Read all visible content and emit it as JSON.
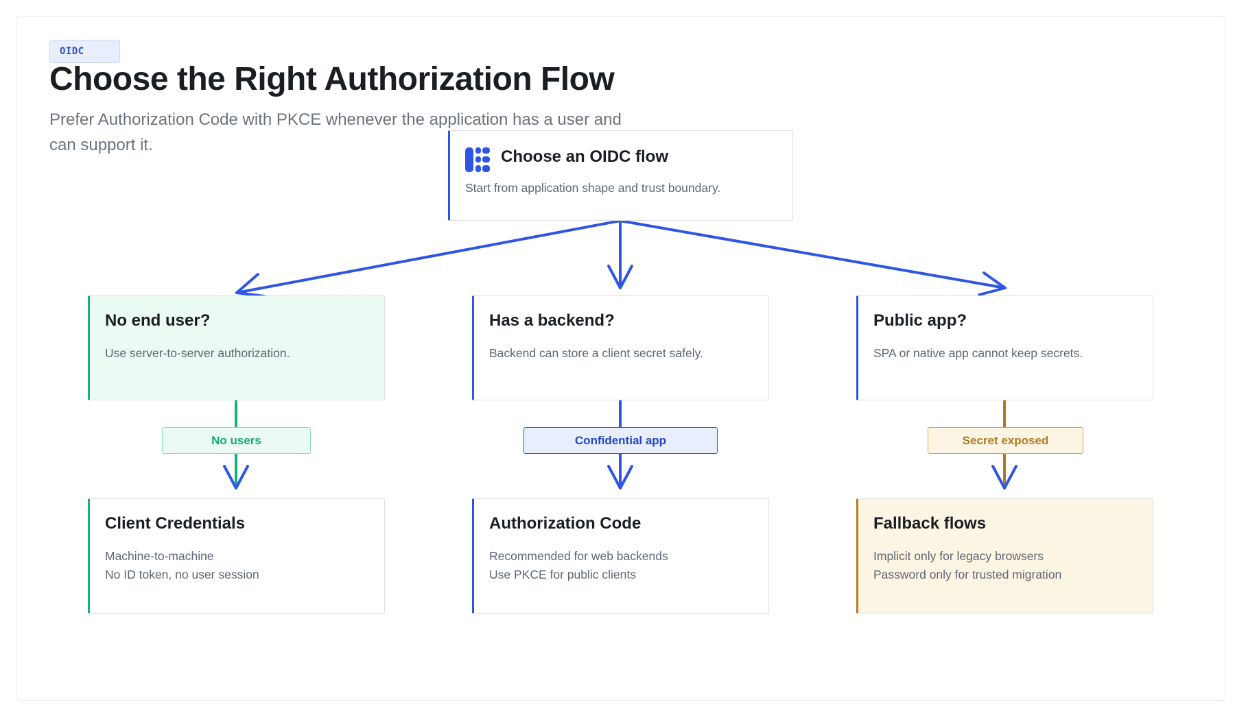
{
  "header": {
    "tag": "OIDC",
    "title": "Choose the Right Authorization Flow",
    "subtitle": "Prefer Authorization Code with PKCE whenever the application has a user and can support it."
  },
  "root": {
    "title": "Choose an OIDC flow",
    "text": "Start from application shape and trust boundary.",
    "icon": "flow-grid-icon"
  },
  "questions": [
    {
      "title": "No end user?",
      "text": "Use server-to-server authorization."
    },
    {
      "title": "Has a backend?",
      "text": "Backend can store a client secret safely."
    },
    {
      "title": "Public app?",
      "text": "SPA or native app cannot keep secrets."
    }
  ],
  "edge_labels": [
    {
      "text": "No users"
    },
    {
      "text": "Confidential app"
    },
    {
      "text": "Secret exposed"
    }
  ],
  "outcomes": [
    {
      "title": "Client Credentials",
      "lines": [
        "Machine-to-machine",
        "No ID token, no user session"
      ]
    },
    {
      "title": "Authorization Code",
      "lines": [
        "Recommended for web backends",
        "Use PKCE for public clients"
      ]
    },
    {
      "title": "Fallback flows",
      "lines": [
        "Implicit only for legacy browsers",
        "Password only for trusted migration"
      ]
    }
  ],
  "colors": {
    "accent": "#2f55e4",
    "green": "#16b27d",
    "amber": "#b07a24",
    "green_fill": "#ebfaf3",
    "amber_fill": "#fdf5e3"
  }
}
